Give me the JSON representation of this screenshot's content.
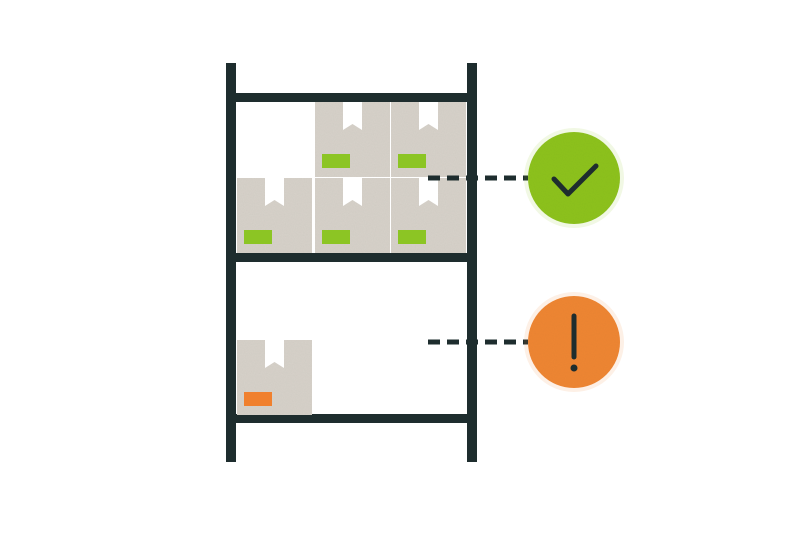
{
  "colors": {
    "shelf_frame": "#1e2d2e",
    "box_fill": "#d6d1c9",
    "box_tape": "#ffffff",
    "label_ok": "#8cc524",
    "label_warning": "#f0802e",
    "status_ok": "#8dc21f",
    "status_warning": "#ee8633",
    "connector": "#1e2d2e",
    "background": "#ffffff"
  },
  "shelves": [
    {
      "status": "ok",
      "status_icon": "checkmark-icon",
      "box_count": 5
    },
    {
      "status": "warning",
      "status_icon": "exclamation-icon",
      "box_count": 1
    }
  ]
}
